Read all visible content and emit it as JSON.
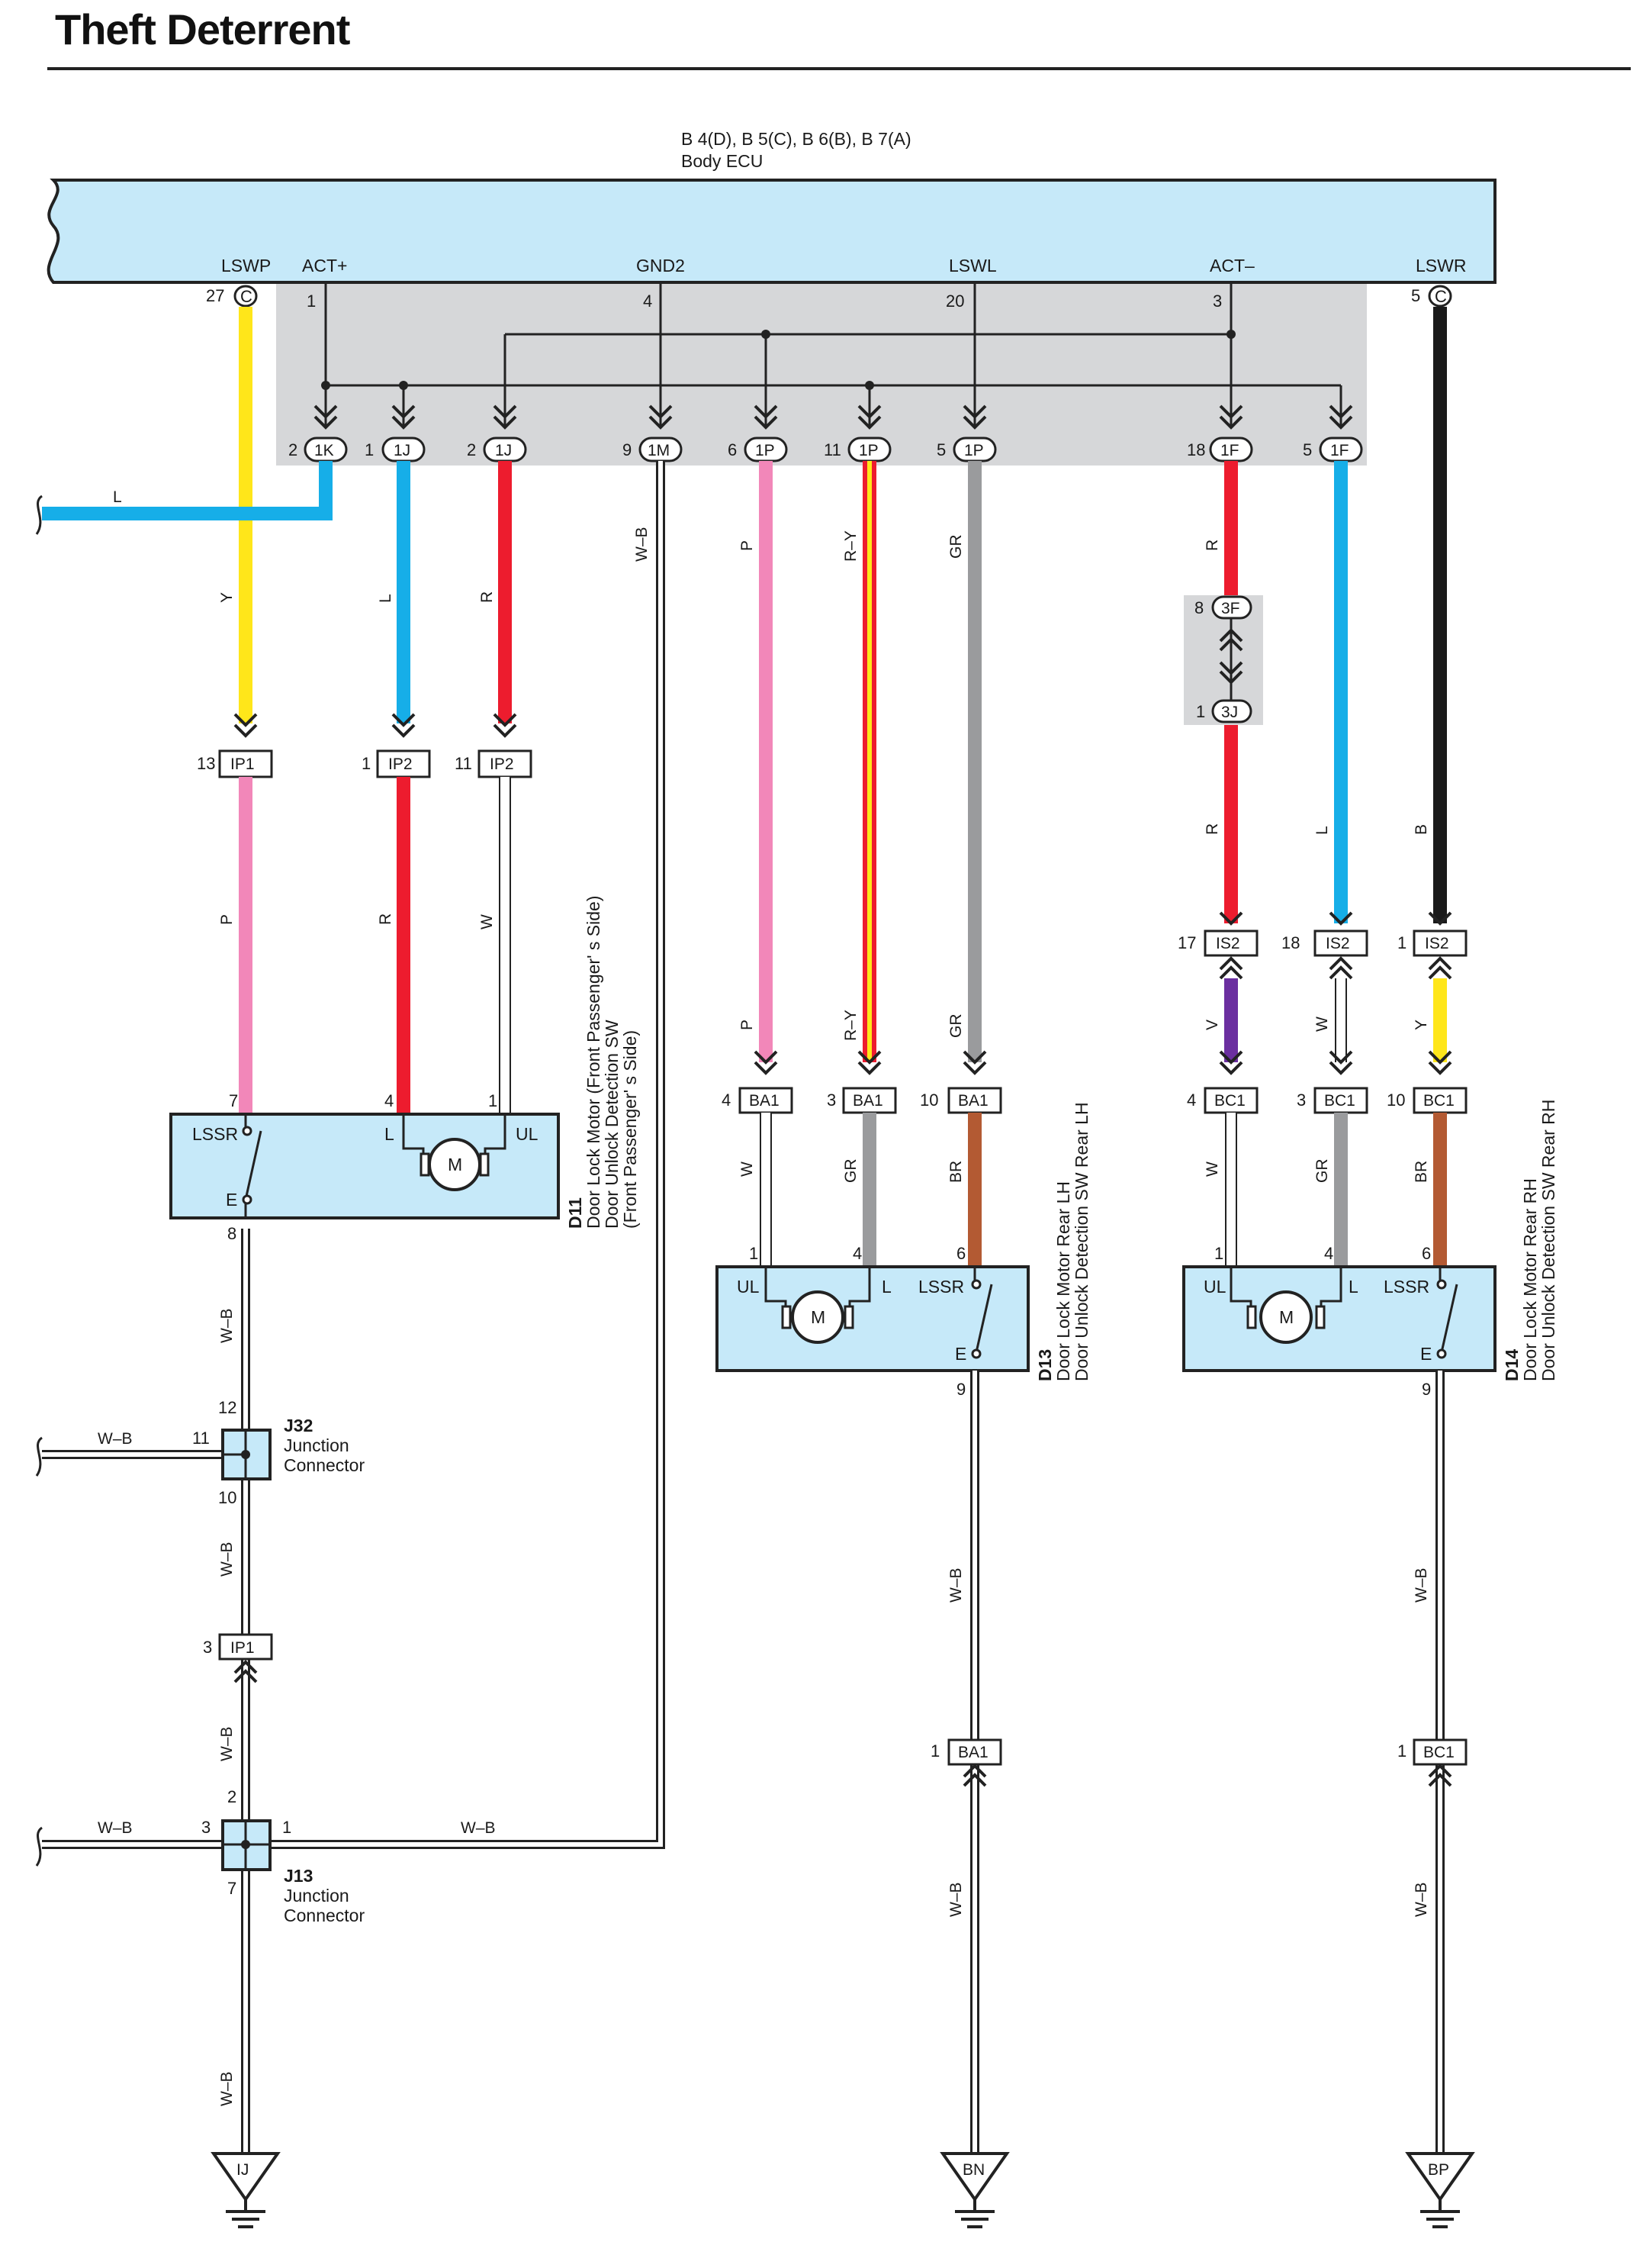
{
  "title": "Theft Deterrent",
  "colors": {
    "ecu_fill": "#c6e9f9",
    "conn_area": "#d6d7d9",
    "Y": "#ffe61a",
    "L": "#16aee8",
    "R": "#ed1c2e",
    "P": "#f287b9",
    "GR": "#9a9b9d",
    "B": "#1a1a1a",
    "BR": "#b35a33",
    "V": "#6b2fa0",
    "W": "#ffffff"
  },
  "ecu": {
    "connectors": "B 4(D), B 5(C), B 6(B), B 7(A)",
    "name": "Body ECU",
    "terminals": [
      "LSWP",
      "ACT+",
      "GND2",
      "LSWL",
      "ACT–",
      "LSWR"
    ],
    "pins": [
      "27",
      "C",
      "1",
      "4",
      "20",
      "3",
      "5",
      "C"
    ]
  },
  "junction_block": {
    "pins": [
      "2",
      "1",
      "2",
      "9",
      "6",
      "11",
      "5",
      "18",
      "5"
    ],
    "connectors": [
      "1K",
      "1J",
      "1J",
      "1M",
      "1P",
      "1P",
      "1P",
      "1F",
      "1F"
    ]
  },
  "wire_codes": {
    "Y": "Y",
    "L": "L",
    "R": "R",
    "W": "W",
    "P": "P",
    "RY": "R–Y",
    "GR": "GR",
    "B": "B",
    "BR": "BR",
    "V": "V",
    "WB": "W–B"
  },
  "connectors": {
    "c3F": "3F",
    "c3J": "3J",
    "IP1": "IP1",
    "IP2": "IP2",
    "IS2": "IS2",
    "BA1": "BA1",
    "BC1": "BC1",
    "E": "E"
  },
  "pins": {
    "p8": "8",
    "p1": "1",
    "p13": "13",
    "p11": "11",
    "p17": "17",
    "p18": "18",
    "p4": "4",
    "p3": "3",
    "p10": "10",
    "p7": "7",
    "p6": "6",
    "p9": "9",
    "p12": "12",
    "p2": "2"
  },
  "components": {
    "d11": {
      "terms": [
        "LSSR",
        "L",
        "UL",
        "E"
      ],
      "motor": "M",
      "code": "D11",
      "desc": [
        "Door Lock Motor (Front Passenger' s Side)",
        "Door Unlock Detection SW",
        "(Front Passenger' s Side)"
      ]
    },
    "d13": {
      "terms": [
        "UL",
        "L",
        "LSSR",
        "E"
      ],
      "motor": "M",
      "code": "D13",
      "desc": [
        "Door Lock Motor Rear LH",
        "Door Unlock Detection SW Rear LH"
      ]
    },
    "d14": {
      "terms": [
        "UL",
        "L",
        "LSSR",
        "E"
      ],
      "motor": "M",
      "code": "D14",
      "desc": [
        "Door Lock Motor Rear RH",
        "Door Unlock Detection SW Rear RH"
      ]
    }
  },
  "junctions": {
    "j32": {
      "code": "J32",
      "name": [
        "Junction",
        "Connector"
      ]
    },
    "j13": {
      "code": "J13",
      "name": [
        "Junction",
        "Connector"
      ]
    }
  },
  "grounds": [
    "IJ",
    "BN",
    "BP"
  ]
}
